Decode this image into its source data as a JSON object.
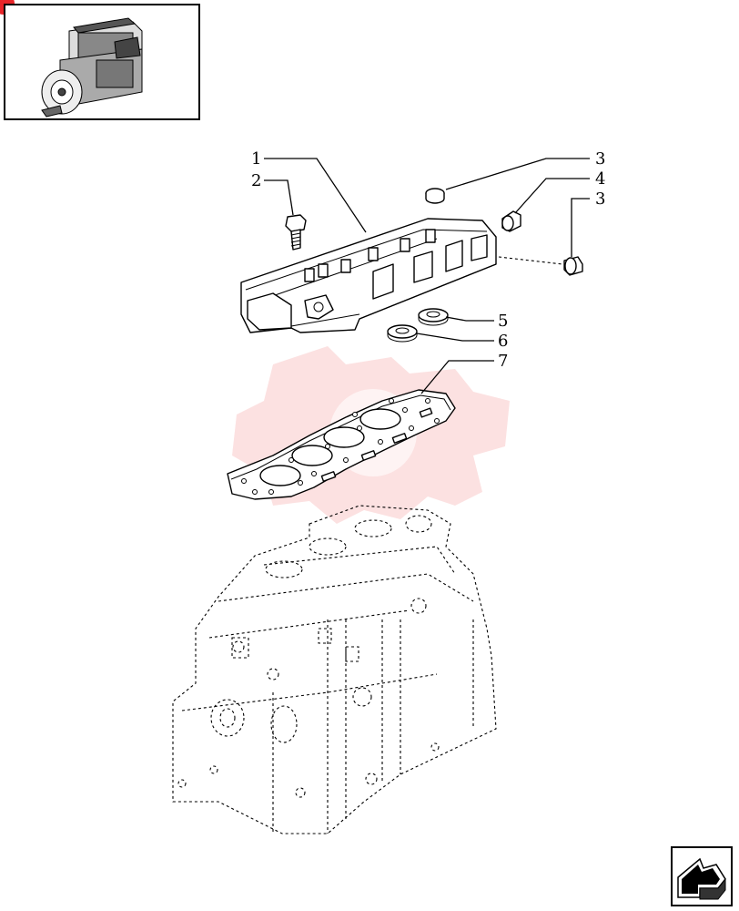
{
  "diagram": {
    "callouts": [
      {
        "id": "c1",
        "label": "1"
      },
      {
        "id": "c2",
        "label": "2"
      },
      {
        "id": "c3a",
        "label": "3"
      },
      {
        "id": "c4",
        "label": "4"
      },
      {
        "id": "c3b",
        "label": "3"
      },
      {
        "id": "c5",
        "label": "5"
      },
      {
        "id": "c6",
        "label": "6"
      },
      {
        "id": "c7",
        "label": "7"
      }
    ]
  },
  "thumbnail": {
    "icon": "engine-thumbnail-icon"
  },
  "navigation": {
    "icon": "next-page-arrow-icon"
  },
  "colors": {
    "line": "#000000",
    "watermark": "#f05a5a",
    "marker": "#e8262a"
  }
}
